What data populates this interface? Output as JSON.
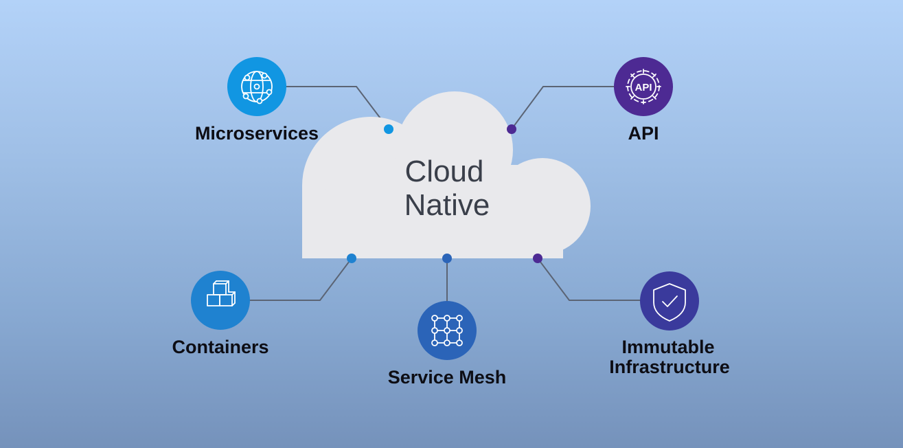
{
  "center": {
    "line1": "Cloud",
    "line2": "Native"
  },
  "nodes": [
    {
      "label": "Microservices",
      "icon": "network-globe-icon",
      "color": "#1196e2",
      "dot_color": "#1196e2"
    },
    {
      "label": "API",
      "icon": "api-gear-icon",
      "color": "#4d2a93",
      "dot_color": "#4d2a93"
    },
    {
      "label": "Containers",
      "icon": "cubes-icon",
      "color": "#1f82d0",
      "dot_color": "#1f82d0"
    },
    {
      "label": "Service Mesh",
      "icon": "mesh-grid-icon",
      "color": "#2b64b8",
      "dot_color": "#2b64b8"
    },
    {
      "label_line1": "Immutable",
      "label_line2": "Infrastructure",
      "icon": "shield-check-icon",
      "color": "#3a3a9c",
      "dot_color": "#4d2a93"
    }
  ]
}
